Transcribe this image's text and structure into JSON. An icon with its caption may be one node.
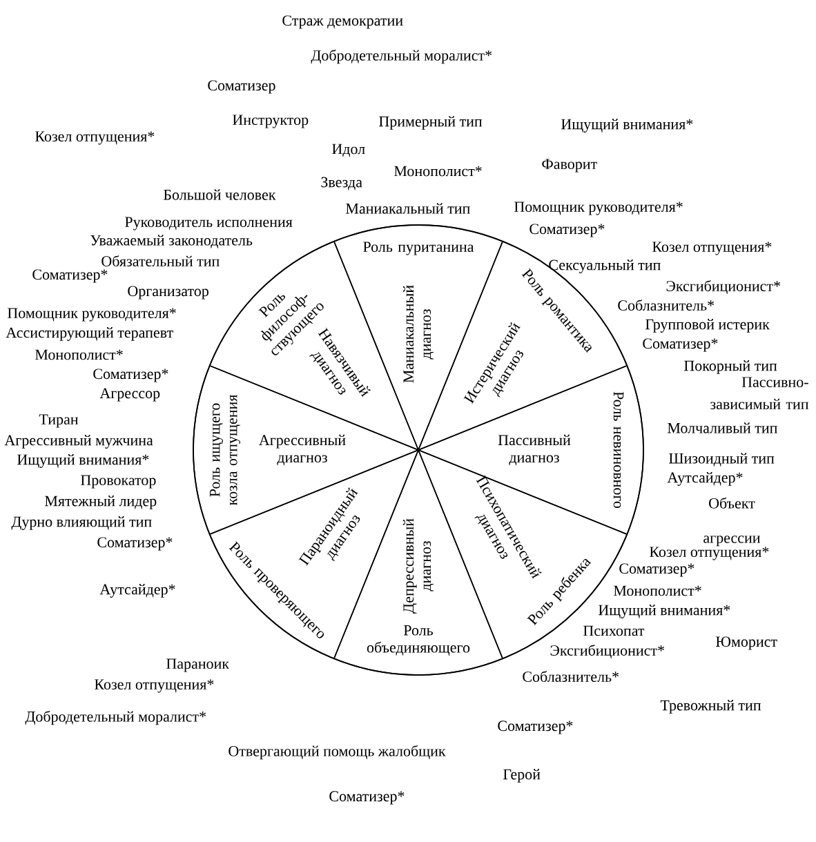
{
  "diagram": {
    "nodes": [
      {
        "text": [],
        "shape": "circle"
      },
      {
        "text": [
          "Роль пуританина",
          "Маниакальный диагноз"
        ],
        "in": 0
      },
      {
        "text": [
          "Роль романтика",
          "Истерический диагноз"
        ],
        "in": 0
      },
      {
        "text": [
          "Роль невиновного",
          "Пассивный диагноз"
        ],
        "in": 0
      },
      {
        "text": [
          "Роль ребенка",
          "Психопатический диагноз"
        ],
        "in": 0
      },
      {
        "text": [
          "Роль объединяющего",
          "Депрессивный диагноз"
        ],
        "in": 0
      },
      {
        "text": [
          "Роль проверяющего",
          "Параноидный диагноз"
        ],
        "in": 0
      },
      {
        "text": [
          "Роль ищущего козла отпущения",
          "Агрессивный диагноз"
        ],
        "in": 0
      },
      {
        "text": [
          "Роль философ- ствующего",
          "Навязчивый диагноз"
        ],
        "in": 0
      }
    ],
    "labels": [
      "Страж демократии",
      "Добродетельный моралист*",
      "Соматизер",
      "Инструктор",
      "Примерный тип",
      "Ищущий внимания*",
      "Козел отпущения*",
      "Идол",
      "Фаворит",
      "Монополист*",
      "Звезда",
      "Большой человек",
      "Маниакальный тип",
      "Помощник руководителя*",
      "Руководитель исполнения",
      "Соматизер*",
      "Уважаемый законодатель",
      "Козел отпущения*",
      "Обязательный тип",
      "Сексуальный тип",
      "Соматизер*",
      "Эксгибиционист*",
      "Организатор",
      "Соблазнитель*",
      "Помощник руководителя*",
      "Групповой истерик",
      "Ассистирующий терапевт",
      "Соматизер*",
      "Монополист*",
      "Покорный тип",
      "Соматизер*",
      "Пассивно- зависимый тип",
      "Агрессор",
      "Тиран",
      "Молчаливый тип",
      "Агрессивный мужчина",
      "Шизоидный тип",
      "Ищущий внимания*",
      "Аутсайдер*",
      "Провокатор",
      "Мятежный лидер",
      "Объект агрессии",
      "Дурно влияющий тип",
      "Соматизер*",
      "Козел отпущения*",
      "Соматизер*",
      "Аутсайдер*",
      "Монополист*",
      "Ищущий внимания*",
      "Психопат",
      "Юморист",
      "Эксгибиционист*",
      "Параноик",
      "Соблазнитель*",
      "Козел отпущения*",
      "Тревожный тип",
      "Добродетельный моралист*",
      "Соматизер*",
      "Отвергающий помощь жалобщик",
      "Герой",
      "Соматизер*"
    ]
  }
}
